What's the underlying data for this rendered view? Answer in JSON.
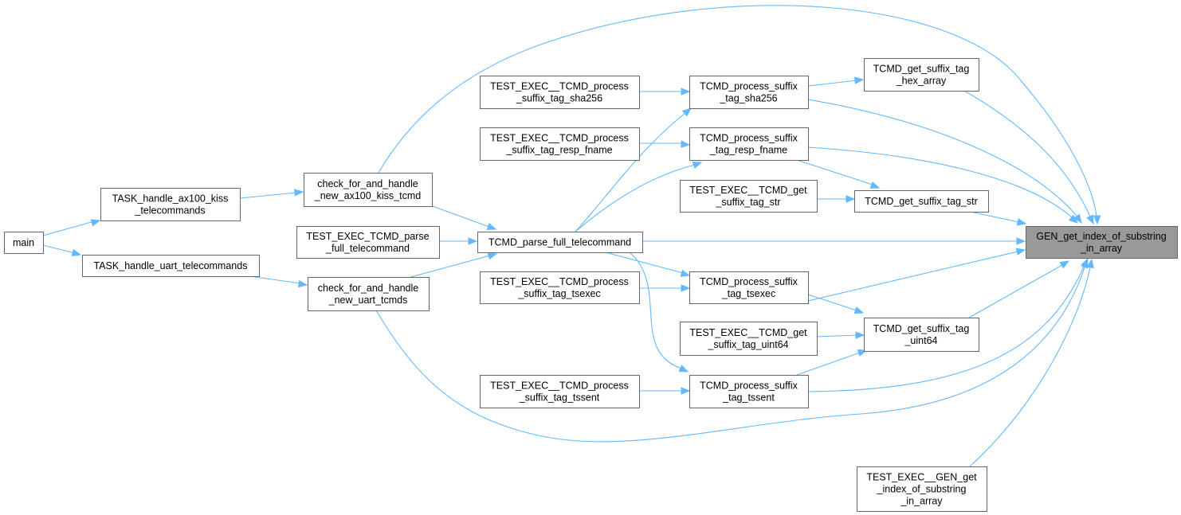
{
  "colors": {
    "edge": "#63b8ff",
    "node_fill": "#ffffff",
    "node_border": "#666666",
    "focus_fill": "#999999",
    "text": "#000000"
  },
  "nodes": [
    {
      "id": "gen",
      "label": [
        "GEN_get_index_of_substring",
        "_in_array"
      ],
      "focus": true
    },
    {
      "id": "main",
      "label": [
        "main"
      ]
    },
    {
      "id": "task_ax100",
      "label": [
        "TASK_handle_ax100_kiss",
        "_telecommands"
      ]
    },
    {
      "id": "task_uart",
      "label": [
        "TASK_handle_uart_telecommands"
      ]
    },
    {
      "id": "check_ax100",
      "label": [
        "check_for_and_handle",
        "_new_ax100_kiss_tcmd"
      ]
    },
    {
      "id": "check_uart",
      "label": [
        "check_for_and_handle",
        "_new_uart_tcmds"
      ]
    },
    {
      "id": "test_parse",
      "label": [
        "TEST_EXEC_TCMD_parse",
        "_full_telecommand"
      ]
    },
    {
      "id": "parse",
      "label": [
        "TCMD_parse_full_telecommand"
      ]
    },
    {
      "id": "test_sha",
      "label": [
        "TEST_EXEC__TCMD_process",
        "_suffix_tag_sha256"
      ]
    },
    {
      "id": "test_resp",
      "label": [
        "TEST_EXEC__TCMD_process",
        "_suffix_tag_resp_fname"
      ]
    },
    {
      "id": "test_tsexec",
      "label": [
        "TEST_EXEC__TCMD_process",
        "_suffix_tag_tsexec"
      ]
    },
    {
      "id": "test_tssent",
      "label": [
        "TEST_EXEC__TCMD_process",
        "_suffix_tag_tssent"
      ]
    },
    {
      "id": "proc_sha",
      "label": [
        "TCMD_process_suffix",
        "_tag_sha256"
      ]
    },
    {
      "id": "proc_resp",
      "label": [
        "TCMD_process_suffix",
        "_tag_resp_fname"
      ]
    },
    {
      "id": "proc_tsexec",
      "label": [
        "TCMD_process_suffix",
        "_tag_tsexec"
      ]
    },
    {
      "id": "proc_tssent",
      "label": [
        "TCMD_process_suffix",
        "_tag_tssent"
      ]
    },
    {
      "id": "test_get_str",
      "label": [
        "TEST_EXEC__TCMD_get",
        "_suffix_tag_str"
      ]
    },
    {
      "id": "test_get_u64",
      "label": [
        "TEST_EXEC__TCMD_get",
        "_suffix_tag_uint64"
      ]
    },
    {
      "id": "get_hex",
      "label": [
        "TCMD_get_suffix_tag",
        "_hex_array"
      ]
    },
    {
      "id": "get_str",
      "label": [
        "TCMD_get_suffix_tag_str"
      ]
    },
    {
      "id": "get_u64",
      "label": [
        "TCMD_get_suffix_tag",
        "_uint64"
      ]
    },
    {
      "id": "test_gen",
      "label": [
        "TEST_EXEC__GEN_get",
        "_index_of_substring",
        "_in_array"
      ]
    }
  ],
  "edges": [
    {
      "from": "main",
      "to": "task_ax100"
    },
    {
      "from": "main",
      "to": "task_uart"
    },
    {
      "from": "task_ax100",
      "to": "check_ax100"
    },
    {
      "from": "task_uart",
      "to": "check_uart"
    },
    {
      "from": "check_ax100",
      "to": "gen"
    },
    {
      "from": "check_ax100",
      "to": "parse"
    },
    {
      "from": "check_uart",
      "to": "parse"
    },
    {
      "from": "check_uart",
      "to": "gen"
    },
    {
      "from": "test_parse",
      "to": "parse"
    },
    {
      "from": "parse",
      "to": "proc_sha"
    },
    {
      "from": "parse",
      "to": "proc_resp"
    },
    {
      "from": "parse",
      "to": "proc_tsexec"
    },
    {
      "from": "parse",
      "to": "proc_tssent"
    },
    {
      "from": "parse",
      "to": "gen"
    },
    {
      "from": "test_sha",
      "to": "proc_sha"
    },
    {
      "from": "test_resp",
      "to": "proc_resp"
    },
    {
      "from": "test_tsexec",
      "to": "proc_tsexec"
    },
    {
      "from": "test_tssent",
      "to": "proc_tssent"
    },
    {
      "from": "proc_sha",
      "to": "get_hex"
    },
    {
      "from": "proc_sha",
      "to": "gen"
    },
    {
      "from": "proc_resp",
      "to": "get_str"
    },
    {
      "from": "proc_resp",
      "to": "gen"
    },
    {
      "from": "proc_tsexec",
      "to": "get_u64"
    },
    {
      "from": "proc_tsexec",
      "to": "gen"
    },
    {
      "from": "proc_tssent",
      "to": "get_u64"
    },
    {
      "from": "proc_tssent",
      "to": "gen"
    },
    {
      "from": "test_get_str",
      "to": "get_str"
    },
    {
      "from": "test_get_u64",
      "to": "get_u64"
    },
    {
      "from": "get_hex",
      "to": "gen"
    },
    {
      "from": "get_str",
      "to": "gen"
    },
    {
      "from": "get_u64",
      "to": "gen"
    },
    {
      "from": "test_gen",
      "to": "gen"
    }
  ]
}
